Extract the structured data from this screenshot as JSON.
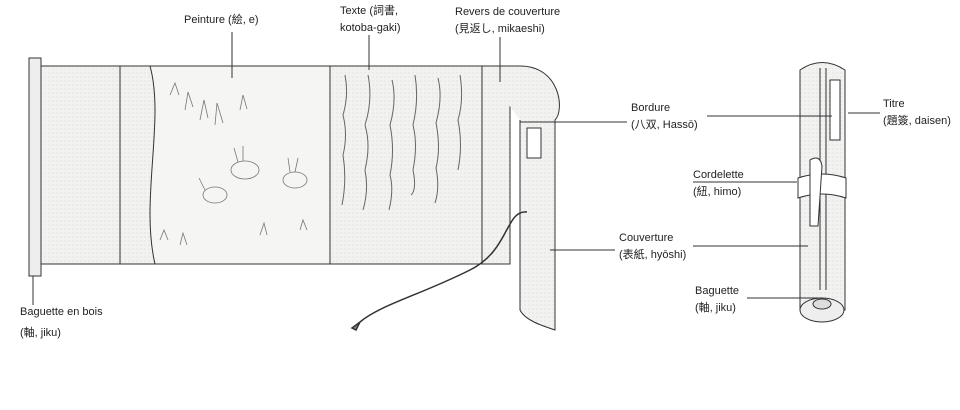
{
  "labels": {
    "painting": {
      "line1": "Peinture (絵, e)"
    },
    "text": {
      "line1": "Texte (詞書,",
      "line2": "kotoba-gaki)"
    },
    "cover_back": {
      "line1": "Revers de couverture",
      "line2": "(見返し, mikaeshi)"
    },
    "border": {
      "line1": "Bordure",
      "line2": "(八双, Hassō)"
    },
    "title": {
      "line1": "Titre",
      "line2": "(題簽, daisen)"
    },
    "cord": {
      "line1": "Cordelette",
      "line2": "(紐, himo)"
    },
    "cover": {
      "line1": "Couverture",
      "line2": "(表紙, hyōshi)"
    },
    "rod": {
      "line1": "Baguette",
      "line2": "(軸, jiku)"
    },
    "wooden_rod": {
      "line1": "Baguette en bois",
      "line2": "(軸, jiku)"
    }
  },
  "colors": {
    "line": "#333333",
    "paper": "#f1f1ef",
    "ink": "#555555"
  }
}
